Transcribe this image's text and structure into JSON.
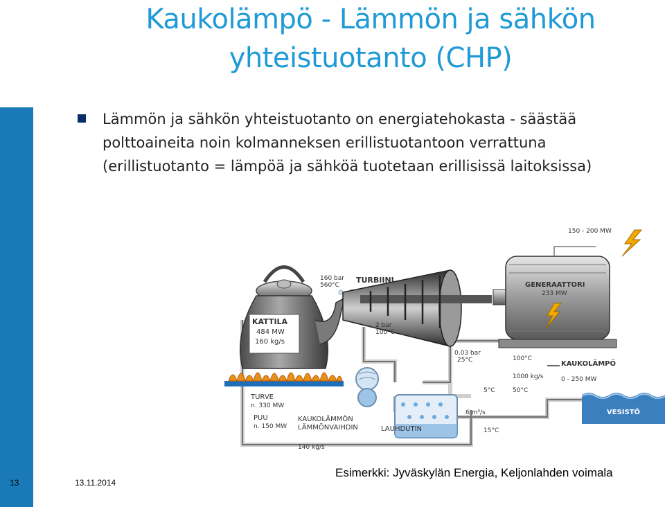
{
  "slide": {
    "title_line1": "Kaukolämpö - Lämmön ja sähkön",
    "title_line2": "yhteistuotanto (CHP)",
    "bullet_lines": [
      "Lämmön ja sähkön yhteistuotanto on energiatehokasta -  säästää",
      "polttoaineita noin kolmanneksen erillistuotantoon verrattuna",
      "(erillistuotanto = lämpöä ja sähköä tuotetaan erillisissä laitoksissa)"
    ],
    "page_number": "13",
    "date": "13.11.2014",
    "caption": "Esimerkki: Jyväskylän Energia, Keljonlahden voimala"
  },
  "diagram": {
    "kattila": [
      "KATTILA",
      "484 MW",
      "160 kg/s"
    ],
    "steam_in": [
      "160 bar",
      "560°C"
    ],
    "turbiini": "TURBIINI",
    "steam_out": [
      "2 bar",
      "100°C"
    ],
    "generaattori": [
      "GENERAATTORI",
      "233 MW"
    ],
    "power_out": "150 - 200 MW",
    "pressure_low": [
      "0,03 bar",
      "25°C"
    ],
    "temp_100": "100°C",
    "kaukolampo": "KAUKOLÄMPÖ",
    "flow_1000": "1000 kg/s",
    "kaukolampo_range": "0 - 250 MW",
    "temp_5": "5°C",
    "temp_50": "50°C",
    "flow_6": "6 m³/s",
    "temp_15": "15°C",
    "vesisto": "VESISTÖ",
    "turve": [
      "TURVE",
      "n. 330 MW"
    ],
    "puu": [
      "PUU",
      "n. 150 MW"
    ],
    "vaihdin": [
      "KAUKOLÄMMÖN",
      "LÄMMÖNVAIHDIN"
    ],
    "lauhdutin": "LAUHDUTIN",
    "flow_140": "140 kg/s"
  },
  "colors": {
    "title": "#1f9ad6",
    "sidebar": "#1a7ab8",
    "bullet": "#0b2b6b",
    "bolt": "#f2a900",
    "water": "#3c7fbf"
  }
}
